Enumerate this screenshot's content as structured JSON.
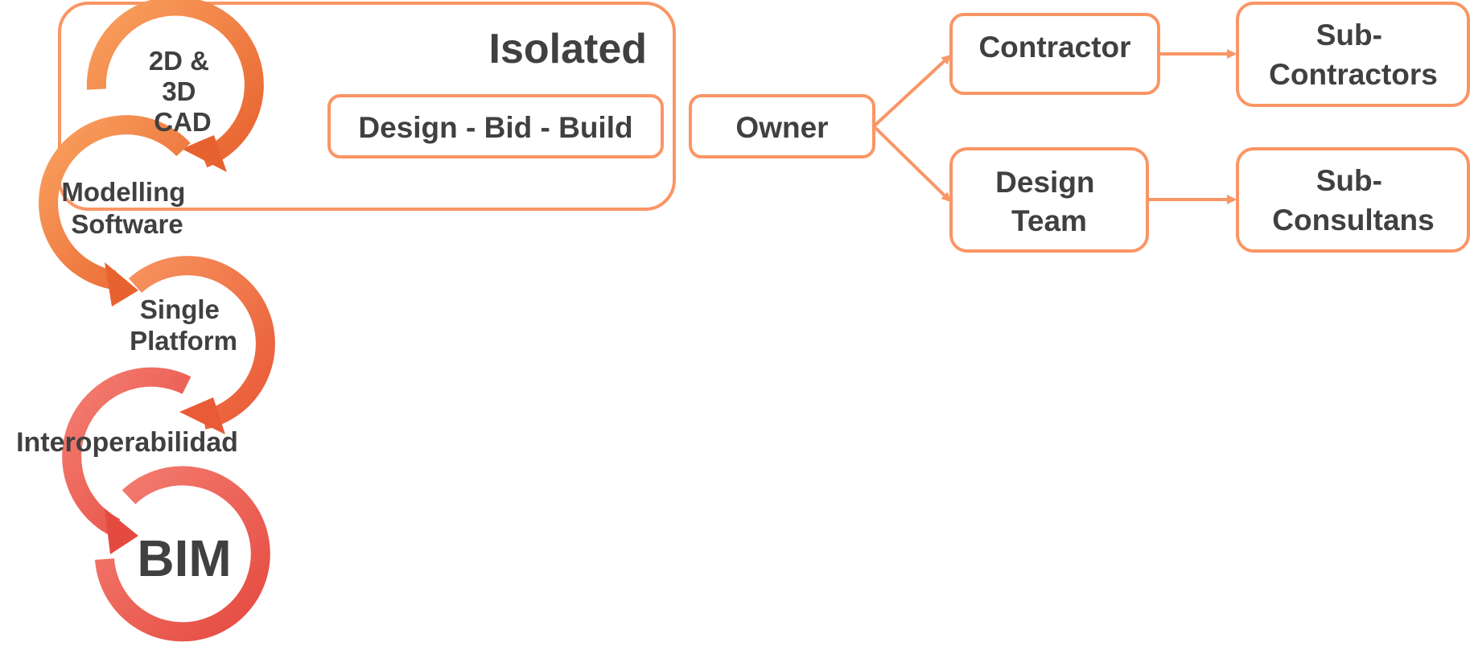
{
  "colors": {
    "box_stroke": "#FA9565",
    "text": "#404040",
    "cycle_orange_light": "#F9A15E",
    "cycle_orange_dark": "#E8622F",
    "cycle_red_light": "#F47E72",
    "cycle_red_dark": "#E54A40"
  },
  "cycle": {
    "steps": [
      {
        "lines": [
          "2D &",
          "3D",
          "CAD"
        ]
      },
      {
        "lines": [
          "Modelling",
          "Software"
        ]
      },
      {
        "lines": [
          "Single",
          "Platform"
        ]
      },
      {
        "lines": [
          "Interoperabilidad"
        ]
      },
      {
        "lines": [
          "BIM"
        ]
      }
    ]
  },
  "panel": {
    "title": "Isolated",
    "method": "Design - Bid - Build"
  },
  "org_chart": {
    "owner": "Owner",
    "contractor": "Contractor",
    "subcontractors": [
      "Sub-",
      "Contractors"
    ],
    "design_team": [
      "Design",
      "Team"
    ],
    "subconsultants": [
      "Sub-",
      "Consultans"
    ]
  }
}
